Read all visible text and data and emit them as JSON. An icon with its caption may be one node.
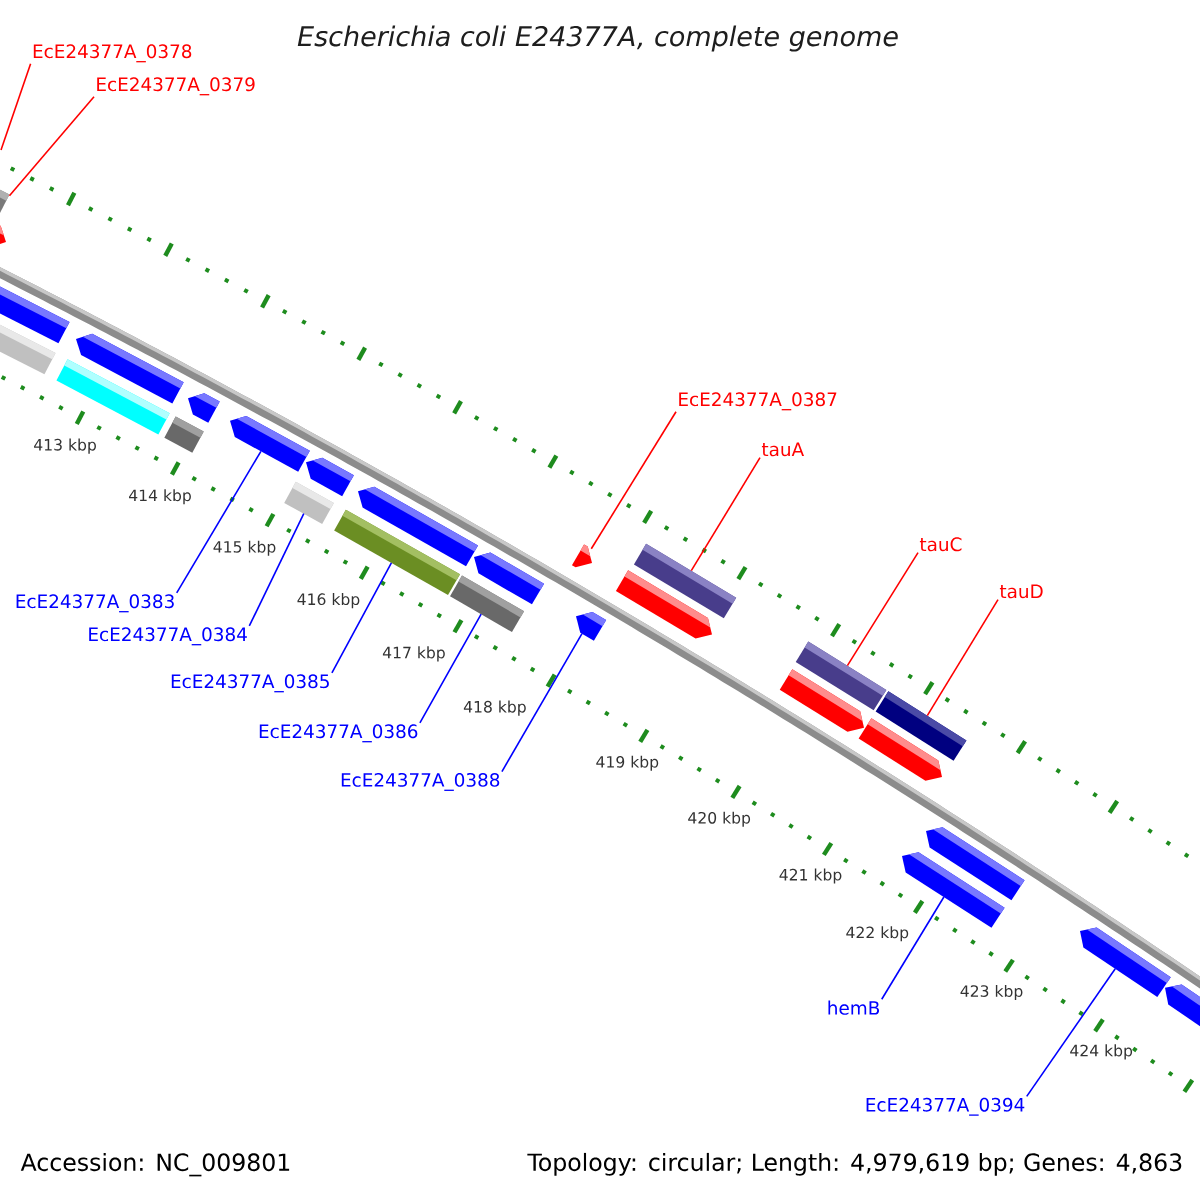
{
  "diagram": {
    "title": "Escherichia coli E24377A, complete genome",
    "nodes": [
      {
        "text": [
          "EcE24377A_0378"
        ]
      },
      {
        "text": [
          "EcE24377A_0379"
        ]
      },
      {
        "text": [
          "EcE24377A_0387"
        ]
      },
      {
        "text": [
          "tauA"
        ]
      },
      {
        "text": [
          "tauC"
        ]
      },
      {
        "text": [
          "tauD"
        ]
      },
      {
        "text": [
          "EcE24377A_0383"
        ]
      },
      {
        "text": [
          "EcE24377A_0384"
        ]
      },
      {
        "text": [
          "EcE24377A_0385"
        ]
      },
      {
        "text": [
          "EcE24377A_0386"
        ]
      },
      {
        "text": [
          "EcE24377A_0388"
        ]
      },
      {
        "text": [
          "hemB"
        ]
      },
      {
        "text": [
          "EcE24377A_0394"
        ]
      },
      {
        "text": [],
        "shape": "box"
      },
      {
        "text": [],
        "shape": "pentagon"
      },
      {
        "text": [],
        "shape": "pentagon"
      },
      {
        "text": [],
        "shape": "box"
      },
      {
        "text": [],
        "shape": "box"
      },
      {
        "text": [],
        "shape": "pentagon"
      },
      {
        "text": [],
        "shape": "box"
      },
      {
        "text": [],
        "shape": "pentagon"
      },
      {
        "text": [],
        "shape": "pentagon"
      },
      {
        "text": [],
        "shape": "box"
      },
      {
        "text": [],
        "shape": "pentagon"
      },
      {
        "text": [],
        "shape": "box"
      },
      {
        "text": [],
        "shape": "pentagon"
      },
      {
        "text": [],
        "shape": "box"
      },
      {
        "text": [],
        "shape": "pentagon"
      },
      {
        "text": [],
        "shape": "pentagon"
      },
      {
        "text": [],
        "shape": "pentagon"
      },
      {
        "text": [],
        "shape": "pentagon"
      },
      {
        "text": [],
        "shape": "box"
      },
      {
        "text": [],
        "shape": "pentagon"
      },
      {
        "text": [],
        "shape": "box"
      },
      {
        "text": [],
        "shape": "pentagon"
      },
      {
        "text": [],
        "shape": "box"
      },
      {
        "text": [],
        "shape": "pentagon"
      },
      {
        "text": [],
        "shape": "pentagon"
      },
      {
        "text": [],
        "shape": "pentagon"
      },
      {
        "text": [],
        "shape": "pentagon"
      }
    ],
    "edges": [
      {
        "from": 0,
        "to": null,
        "arrow": "none",
        "color": "#ff0000"
      },
      {
        "from": 1,
        "to": 13,
        "arrow": "none",
        "color": "#ff0000"
      },
      {
        "from": 2,
        "to": 28,
        "arrow": "none",
        "color": "#ff0000"
      },
      {
        "from": 3,
        "to": 31,
        "arrow": "none",
        "color": "#ff0000"
      },
      {
        "from": 4,
        "to": 33,
        "arrow": "none",
        "color": "#ff0000"
      },
      {
        "from": 5,
        "to": 35,
        "arrow": "none",
        "color": "#ff0000"
      },
      {
        "from": 6,
        "to": 21,
        "arrow": "none"
      },
      {
        "from": 7,
        "to": 22,
        "arrow": "none"
      },
      {
        "from": 8,
        "to": 24,
        "arrow": "none"
      },
      {
        "from": 9,
        "to": 26,
        "arrow": "none"
      },
      {
        "from": 10,
        "to": 29,
        "arrow": "none"
      },
      {
        "from": 11,
        "to": 36,
        "arrow": "none"
      },
      {
        "from": 12,
        "to": 38,
        "arrow": "none"
      }
    ],
    "labels": [
      "413 kbp",
      "414 kbp",
      "415 kbp",
      "416 kbp",
      "417 kbp",
      "418 kbp",
      "419 kbp",
      "420 kbp",
      "421 kbp",
      "422 kbp",
      "423 kbp",
      "424 kbp",
      "Accession: NC_009801",
      "Topology: circular; Length: 4,979,619 bp; Genes: 4,863"
    ]
  }
}
